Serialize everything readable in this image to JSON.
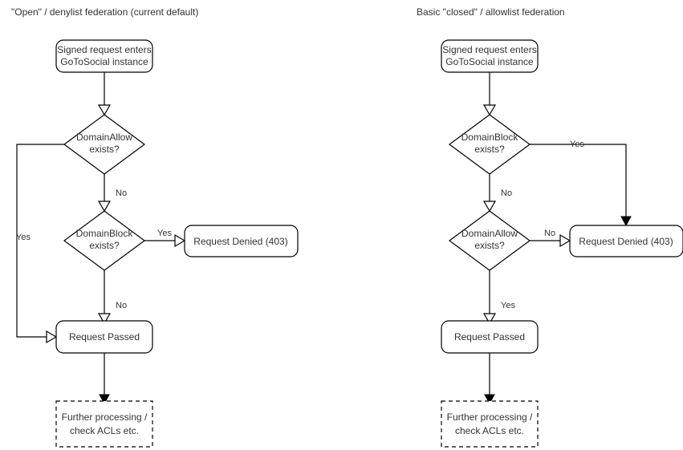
{
  "diagram": {
    "type": "flowchart",
    "background": "#ffffff",
    "line_color": "#000000",
    "text_color": "#333333",
    "panels": [
      {
        "id": "denylist",
        "title": "\"Open\" / denylist federation (current default)",
        "nodes": [
          {
            "id": "entry",
            "shape": "rounded-rect",
            "line1": "Signed request enters",
            "line2": "GoToSocial instance"
          },
          {
            "id": "allow",
            "shape": "diamond",
            "line1": "DomainAllow",
            "line2": "exists?"
          },
          {
            "id": "block",
            "shape": "diamond",
            "line1": "DomainBlock",
            "line2": "exists?"
          },
          {
            "id": "denied",
            "shape": "rounded-rect",
            "line1": "Request Denied (403)",
            "line2": ""
          },
          {
            "id": "passed",
            "shape": "rounded-rect",
            "line1": "Request Passed",
            "line2": ""
          },
          {
            "id": "further",
            "shape": "dashed-rect",
            "line1": "Further processing /",
            "line2": "check ACLs etc."
          }
        ],
        "edges": [
          {
            "from": "entry",
            "to": "allow",
            "label": "",
            "arrow": "open"
          },
          {
            "from": "allow",
            "to": "passed",
            "label": "Yes",
            "arrow": "open"
          },
          {
            "from": "allow",
            "to": "block",
            "label": "No",
            "arrow": "open"
          },
          {
            "from": "block",
            "to": "denied",
            "label": "Yes",
            "arrow": "open"
          },
          {
            "from": "block",
            "to": "passed",
            "label": "No",
            "arrow": "open"
          },
          {
            "from": "passed",
            "to": "further",
            "label": "",
            "arrow": "solid"
          }
        ]
      },
      {
        "id": "allowlist",
        "title": "Basic \"closed\" / allowlist federation",
        "nodes": [
          {
            "id": "entry",
            "shape": "rounded-rect",
            "line1": "Signed request enters",
            "line2": "GoToSocial instance"
          },
          {
            "id": "block",
            "shape": "diamond",
            "line1": "DomainBlock",
            "line2": "exists?"
          },
          {
            "id": "allow",
            "shape": "diamond",
            "line1": "DomainAllow",
            "line2": "exists?"
          },
          {
            "id": "denied",
            "shape": "rounded-rect",
            "line1": "Request Denied (403)",
            "line2": ""
          },
          {
            "id": "passed",
            "shape": "rounded-rect",
            "line1": "Request Passed",
            "line2": ""
          },
          {
            "id": "further",
            "shape": "dashed-rect",
            "line1": "Further processing /",
            "line2": "check ACLs etc."
          }
        ],
        "edges": [
          {
            "from": "entry",
            "to": "block",
            "label": "",
            "arrow": "open"
          },
          {
            "from": "block",
            "to": "denied",
            "label": "Yes",
            "arrow": "solid"
          },
          {
            "from": "block",
            "to": "allow",
            "label": "No",
            "arrow": "open"
          },
          {
            "from": "allow",
            "to": "denied",
            "label": "No",
            "arrow": "open"
          },
          {
            "from": "allow",
            "to": "passed",
            "label": "Yes",
            "arrow": "open"
          },
          {
            "from": "passed",
            "to": "further",
            "label": "",
            "arrow": "solid"
          }
        ]
      }
    ]
  }
}
